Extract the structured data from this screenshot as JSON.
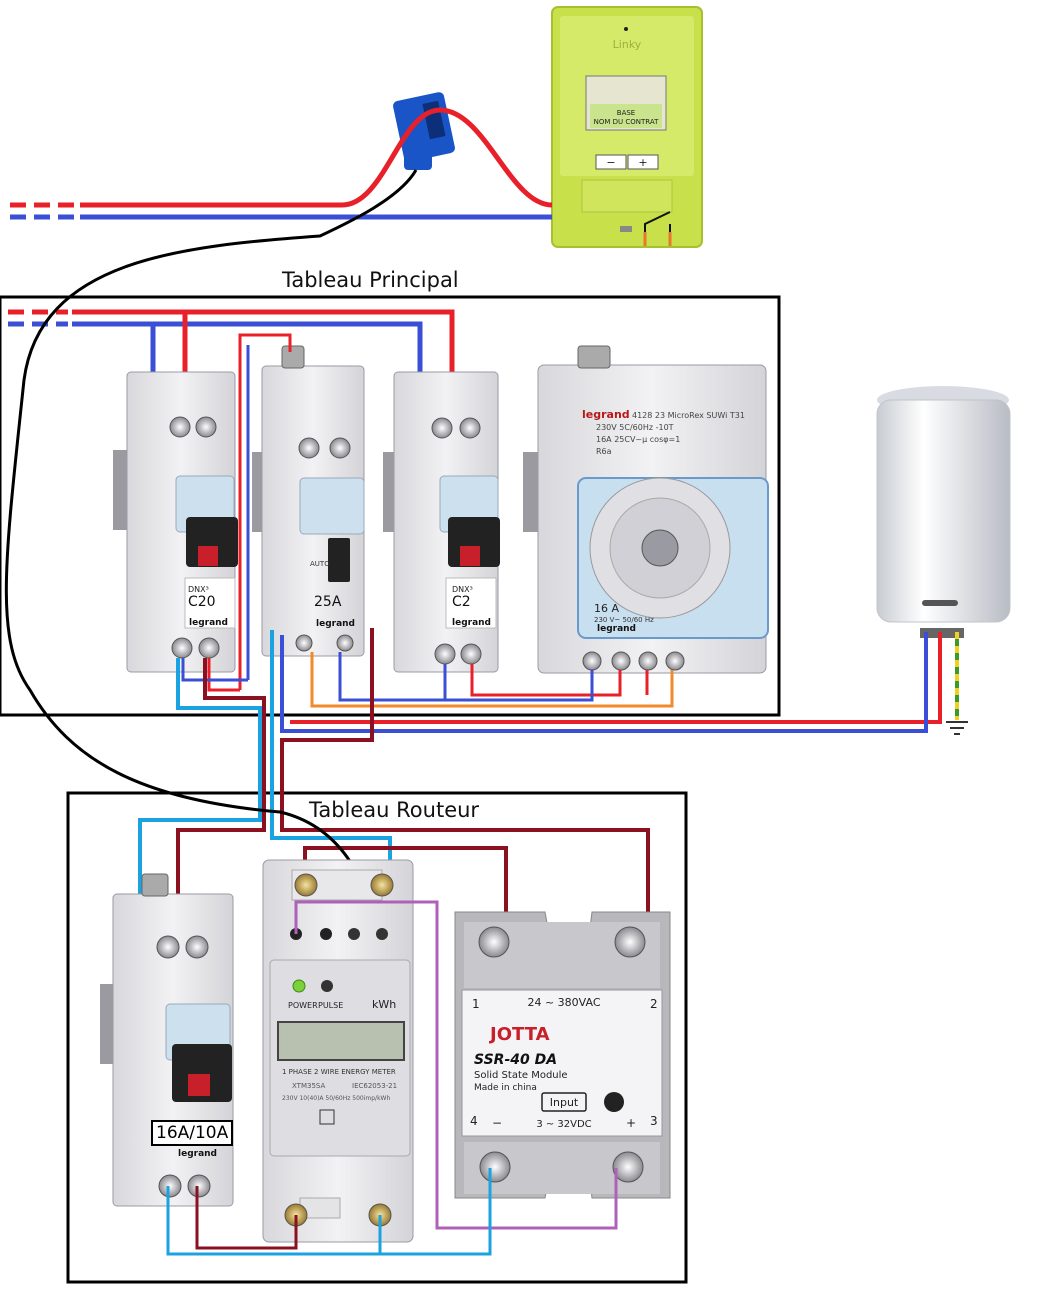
{
  "panels": {
    "main_title": "Tableau Principal",
    "router_title": "Tableau Routeur"
  },
  "linky": {
    "brand": "Linky",
    "screen_line1": "BASE",
    "screen_line2": "NOM DU CONTRAT",
    "minus": "−",
    "plus": "+"
  },
  "breakers": {
    "c20_model": "DNX³",
    "c20_rating": "C20",
    "c2_model": "DNX³",
    "c2_rating": "C2",
    "brand": "legrand",
    "router_breaker_tag": "16A/10A"
  },
  "contactor": {
    "rating": "25A",
    "auto_label": "AUTO",
    "brand": "legrand"
  },
  "timer": {
    "brand": "legrand",
    "ref": "4128 23 MicroRex SUWi T31",
    "spec1": "230V 5C/60Hz  -10T",
    "spec2": "16A 25CV~μ  cosφ=1",
    "spec3": "R6a",
    "rating": "16 A",
    "rating_sub": "230 V~ 50/60 Hz"
  },
  "meter": {
    "power_label": "POWER",
    "pulse_label": "PULSE",
    "unit": "kWh",
    "title": "1 PHASE 2 WIRE ENERGY METER",
    "model": "XTM35SA",
    "standard": "IEC62053-21",
    "spec": "230V  10(40)A  50/60Hz  500imp/kWh"
  },
  "ssr": {
    "pin1": "1",
    "pin2": "2",
    "pin3": "3",
    "pin4": "4",
    "ac_range": "24 ~ 380VAC",
    "brand": "JOTTA",
    "model": "SSR-40 DA",
    "desc": "Solid State Module",
    "origin": "Made in china",
    "input_label": "Input",
    "dc_range": "3 ~ 32VDC",
    "minus": "−",
    "plus": "+"
  },
  "colors": {
    "phase": "#e8202a",
    "neutral": "#3a4fd6",
    "router_phase": "#8b1020",
    "router_neutral": "#1aa3e0",
    "timer_coil": "#f08a2c",
    "pulse_signal": "#b060b8",
    "earth": "#3a9a2a",
    "earth_stripe": "#f0d020",
    "clamp_wire": "#000000",
    "linky_body": "#c8e04a",
    "clamp_body": "#1a55c8"
  }
}
